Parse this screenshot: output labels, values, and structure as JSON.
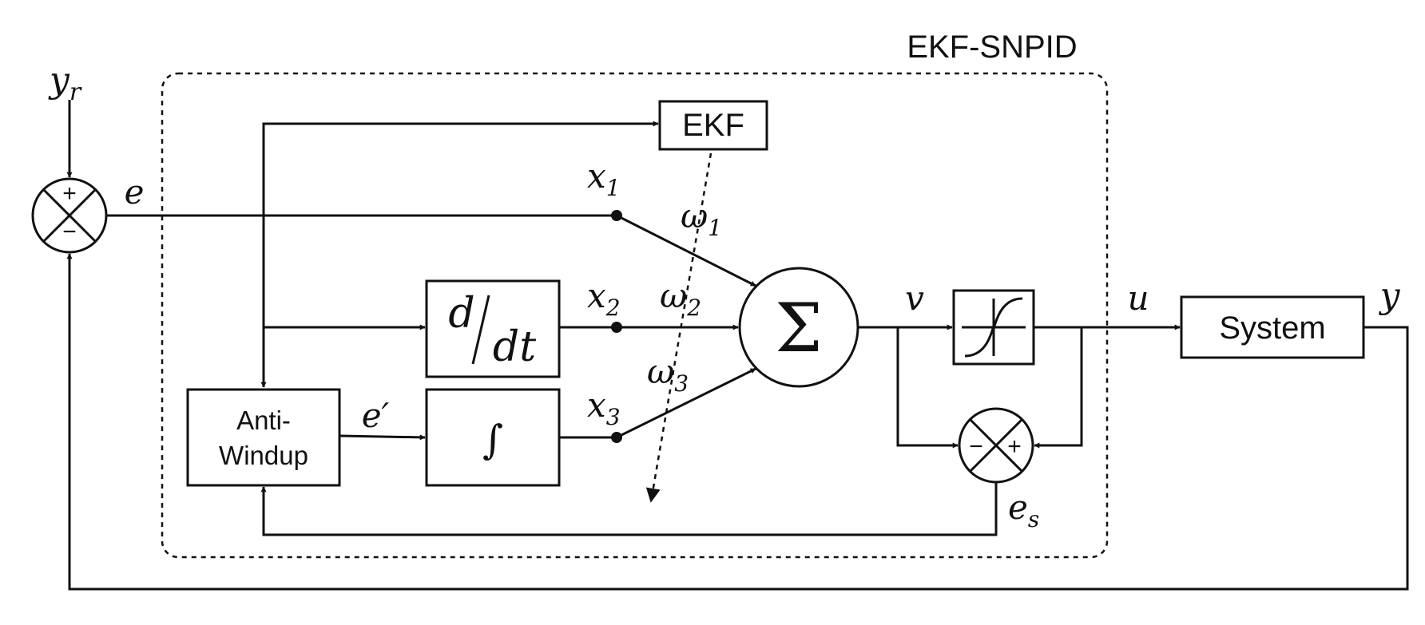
{
  "title": "EKF-SNPID",
  "blocks": {
    "ekf": "EKF",
    "derivative_num": "d",
    "derivative_den": "dt",
    "integrator": "∫",
    "anti_windup_line1": "Anti-",
    "anti_windup_line2": "Windup",
    "sum": "Σ",
    "system": "System"
  },
  "signs": {
    "input_plus": "+",
    "input_minus": "−",
    "sat_minus": "−",
    "sat_plus": "+"
  },
  "signals": {
    "yr": "y",
    "yr_sub": "r",
    "e": "e",
    "e_prime": "e′",
    "x1": "x",
    "x1_sub": "1",
    "x2": "x",
    "x2_sub": "2",
    "x3": "x",
    "x3_sub": "3",
    "w1": "ω",
    "w1_sub": "1",
    "w2": "ω",
    "w2_sub": "2",
    "w3": "ω",
    "w3_sub": "3",
    "v": "v",
    "u": "u",
    "y": "y",
    "es": "e",
    "es_sub": "s"
  }
}
